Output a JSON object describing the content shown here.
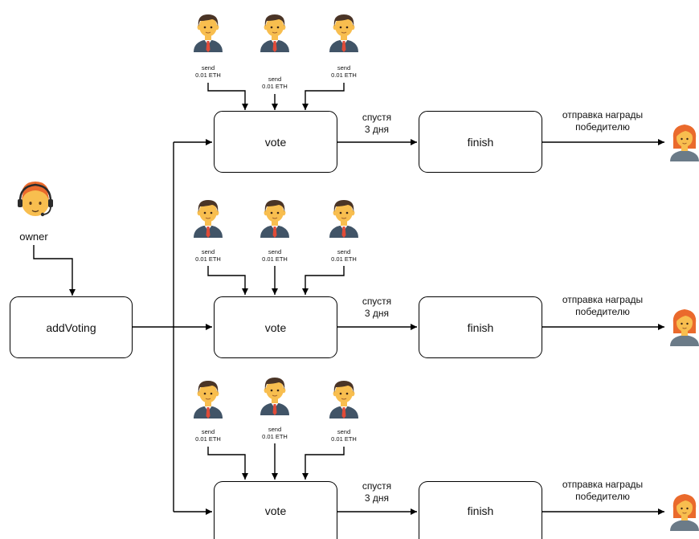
{
  "owner": {
    "label": "owner"
  },
  "add_voting": {
    "label": "addVoting"
  },
  "rows": [
    {
      "voters": [
        {
          "send": "send",
          "amount": "0.01 ETH"
        },
        {
          "send": "send",
          "amount": "0.01 ETH"
        },
        {
          "send": "send",
          "amount": "0.01 ETH"
        }
      ],
      "vote_label": "vote",
      "delay_line1": "спустя",
      "delay_line2": "3 дня",
      "finish_label": "finish",
      "reward_line1": "отправка награды",
      "reward_line2": "победителю"
    },
    {
      "voters": [
        {
          "send": "send",
          "amount": "0.01 ETH"
        },
        {
          "send": "send",
          "amount": "0.01 ETH"
        },
        {
          "send": "send",
          "amount": "0.01 ETH"
        }
      ],
      "vote_label": "vote",
      "delay_line1": "спустя",
      "delay_line2": "3 дня",
      "finish_label": "finish",
      "reward_line1": "отправка награды",
      "reward_line2": "победителю"
    },
    {
      "voters": [
        {
          "send": "send",
          "amount": "0.01 ETH"
        },
        {
          "send": "send",
          "amount": "0.01 ETH"
        },
        {
          "send": "send",
          "amount": "0.01 ETH"
        }
      ],
      "vote_label": "vote",
      "delay_line1": "спустя",
      "delay_line2": "3 дня",
      "finish_label": "finish",
      "reward_line1": "отправка награды",
      "reward_line2": "победителю"
    }
  ],
  "icons": {
    "owner": "support-agent-icon",
    "voter": "businessman-icon",
    "winner": "woman-icon"
  },
  "colors": {
    "skin": "#f8be4f",
    "hair_dark": "#4a3426",
    "suit": "#415467",
    "tie": "#e04b38",
    "orange_hair": "#ea6a2c",
    "winner_body": "#6b7b88"
  }
}
